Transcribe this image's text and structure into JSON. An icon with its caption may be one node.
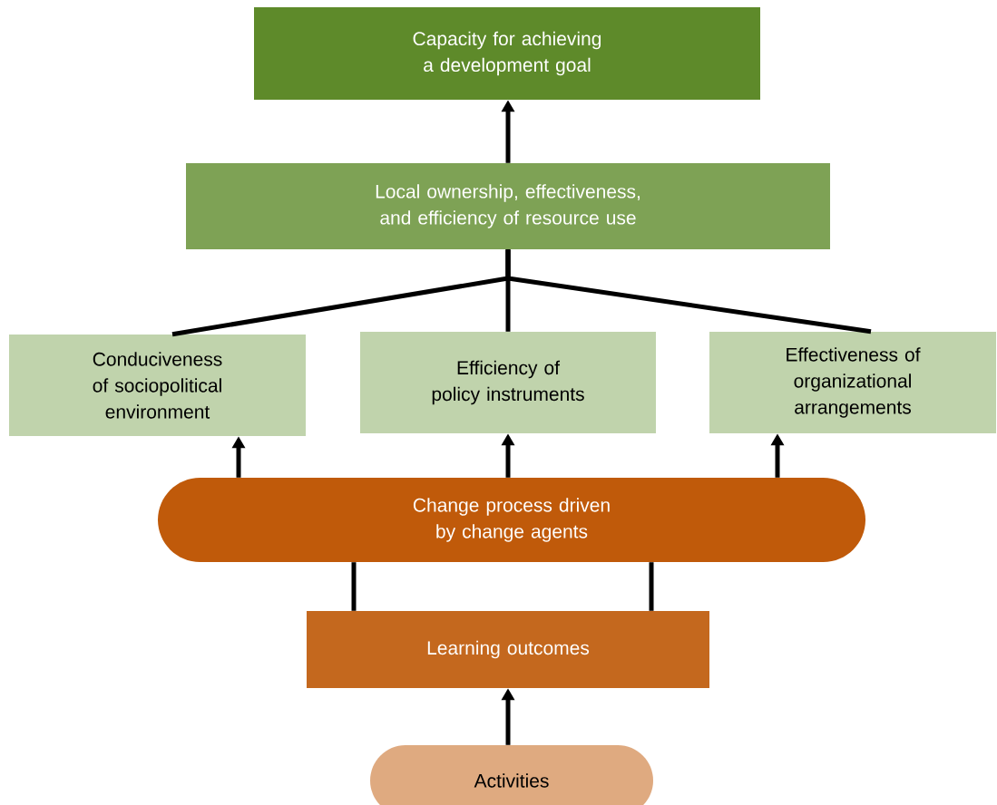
{
  "diagram": {
    "nodes": [
      {
        "text": [
          "Capacity for achieving a development goal"
        ]
      },
      {
        "text": [
          "Local ownership, effectiveness, and efficiency of resource use"
        ]
      },
      {
        "text": [
          "Conduciveness of sociopolitical environment"
        ]
      },
      {
        "text": [
          "Efficiency of policy instruments"
        ]
      },
      {
        "text": [
          "Effectiveness of organizational arrangements"
        ]
      },
      {
        "text": [
          "Change process driven by change agents"
        ]
      },
      {
        "text": [
          "Learning outcomes"
        ]
      },
      {
        "text": [
          "Activities"
        ]
      }
    ],
    "edges": [
      {
        "from": 1,
        "to": 0,
        "arrow": "to"
      },
      {
        "from": 2,
        "to": 1,
        "arrow": "none"
      },
      {
        "from": 3,
        "to": 1,
        "arrow": "none"
      },
      {
        "from": 4,
        "to": 1,
        "arrow": "none"
      },
      {
        "from": 5,
        "to": 2,
        "arrow": "to"
      },
      {
        "from": 5,
        "to": 3,
        "arrow": "to"
      },
      {
        "from": 5,
        "to": 4,
        "arrow": "to"
      },
      {
        "from": 6,
        "to": 5,
        "arrow": "none"
      },
      {
        "from": 6,
        "to": 5,
        "arrow": "none"
      },
      {
        "from": 7,
        "to": 6,
        "arrow": "to"
      }
    ]
  }
}
